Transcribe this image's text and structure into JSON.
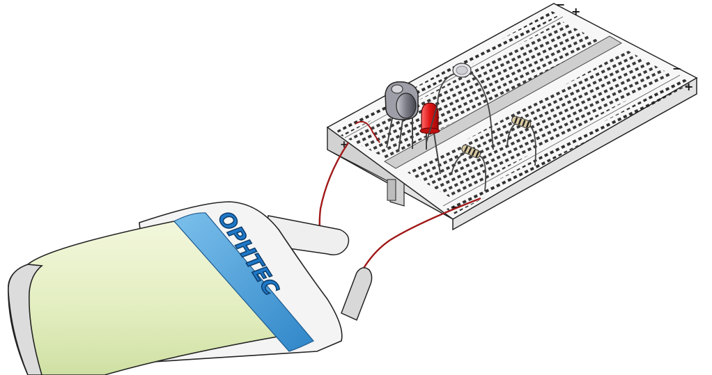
{
  "battery": {
    "brand": "OPHTEC",
    "colors": {
      "body": "#e9f2cc",
      "band": "#4a9fdc",
      "cap": "#f2f2f2",
      "outline": "#222222"
    }
  },
  "breadboard": {
    "polarity_plus": "+",
    "polarity_minus": "−"
  },
  "components": {
    "led_color": "#e02020",
    "wire_color": "#a01818",
    "resistor_count": 2,
    "transistor_count": 1,
    "photoresistor_count": 1
  }
}
